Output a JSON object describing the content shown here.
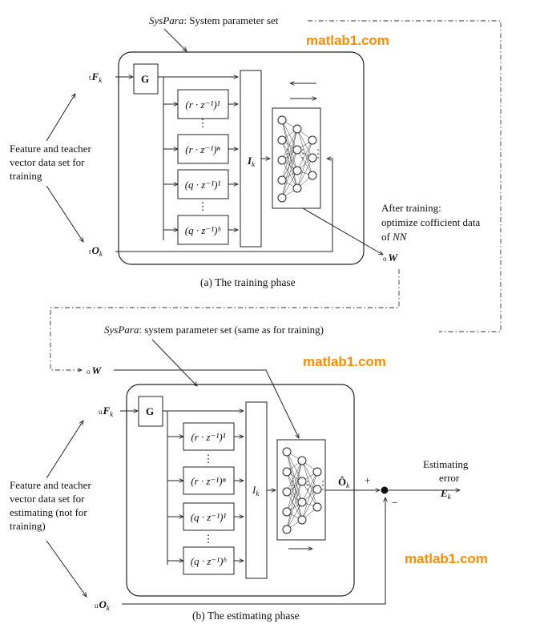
{
  "watermark": "matlab1.com",
  "training": {
    "syspara_italic": "SysPara",
    "syspara_rest": ": System parameter set",
    "input_f_prefix": "t",
    "input_f": "F",
    "input_f_sub": "k",
    "input_o_prefix": "t",
    "input_o": "O",
    "input_o_sub": "k",
    "g_label": "G",
    "ik_label": "I",
    "ik_sub": "k",
    "filter1": "(r · z⁻¹)¹",
    "filter2": "(r · z⁻¹)ⁿ",
    "filter3": "(q · z⁻¹)¹",
    "filter4": "(q · z⁻¹)ʰ",
    "feature_line1": "Feature and teacher",
    "feature_line2": "vector data set for",
    "feature_line3": "training",
    "after_line1": "After training:",
    "after_line2": "optimize cofficient data",
    "after_line3_prefix": "of ",
    "after_line3_nn": "NN",
    "ow_prefix": "o",
    "ow_label": "W",
    "caption": "(a) The training phase"
  },
  "estimating": {
    "syspara_italic": "SysPara",
    "syspara_rest": ": system parameter set (same as for training)",
    "ow_prefix": "o",
    "ow_label": "W",
    "input_f_prefix": "u",
    "input_f": "F",
    "input_f_sub": "k",
    "input_o_prefix": "u",
    "input_o": "O",
    "input_o_sub": "k",
    "g_label": "G",
    "ik_label": "I",
    "ik_sub": "k",
    "filter1": "(r · z⁻¹)¹",
    "filter2": "(r · z⁻¹)ⁿ",
    "filter3": "(q · z⁻¹)¹",
    "filter4": "(q · z⁻¹)ʰ",
    "ohat_label": "Ô",
    "ohat_sub": "k",
    "plus_sign": "+",
    "minus_sign": "−",
    "error_line1": "Estimating",
    "error_line2": "error",
    "error_label": "E",
    "error_sub": "k",
    "feature_line1": "Feature and teacher",
    "feature_line2": "vector data set for",
    "feature_line3": "estimating (not for",
    "feature_line4": "training)",
    "caption": "(b) The estimating phase"
  }
}
